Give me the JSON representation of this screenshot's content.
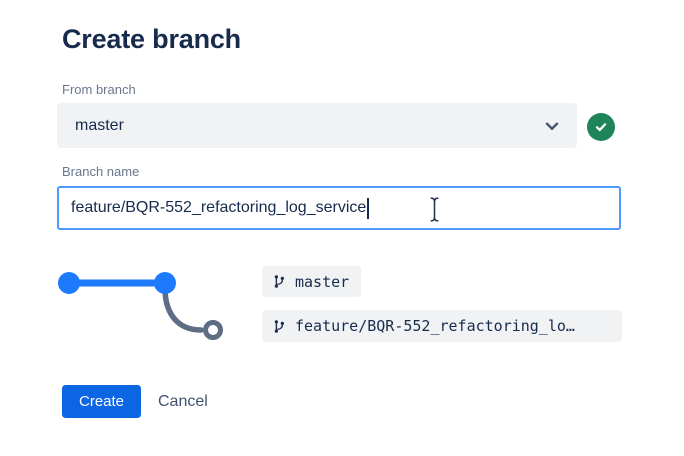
{
  "page": {
    "title": "Create branch"
  },
  "from_branch": {
    "label": "From branch",
    "selected_value": "master",
    "chevron_icon": "chevron-down",
    "status_icon": "check-circle"
  },
  "branch_name": {
    "label": "Branch name",
    "value": "feature/BQR-552_refactoring_log_service"
  },
  "branch_graph": {
    "source_branch": {
      "icon": "branch-icon",
      "label": "master"
    },
    "new_branch": {
      "icon": "branch-icon",
      "label": "feature/BQR-552_refactoring_lo…"
    }
  },
  "cursor": {
    "icon": "i-beam-text-cursor"
  },
  "actions": {
    "create_label": "Create",
    "cancel_label": "Cancel"
  },
  "colors": {
    "text_dark": "#172B4D",
    "label_gray": "#6B778C",
    "field_bg": "#F1F2F4",
    "input_focus_border": "#4C9AFF",
    "accent_blue": "#0C66E4",
    "graph_blue": "#1D7AFC",
    "graph_gray": "#5E6C84",
    "success_green": "#1F845A"
  }
}
